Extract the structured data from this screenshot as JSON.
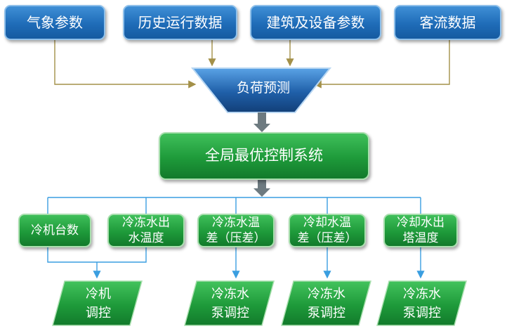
{
  "inputs": [
    {
      "label": "气象参数"
    },
    {
      "label": "历史运行数据"
    },
    {
      "label": "建筑及设备参数"
    },
    {
      "label": "客流数据"
    }
  ],
  "funnel": {
    "label": "负荷预测"
  },
  "central": {
    "label": "全局最优控制系统"
  },
  "params": [
    {
      "label": "冷机台数"
    },
    {
      "label": "冷冻水出\n水温度"
    },
    {
      "label": "冷冻水温\n差（压差）"
    },
    {
      "label": "冷却水温\n差（压差）"
    },
    {
      "label": "冷却水出\n塔温度"
    }
  ],
  "controls": [
    {
      "label": "冷机\n调控"
    },
    {
      "label": "冷冻水\n泵调控"
    },
    {
      "label": "冷冻水\n泵调控"
    },
    {
      "label": "冷冻水\n泵调控"
    }
  ],
  "colors": {
    "input_blue": "#1f6cb8",
    "funnel_blue": "#1f5fa8",
    "green": "#1e9a3a",
    "connector_olive": "#a39048",
    "connector_blue": "#3a9ee0",
    "connector_gray": "#6d7a80"
  }
}
